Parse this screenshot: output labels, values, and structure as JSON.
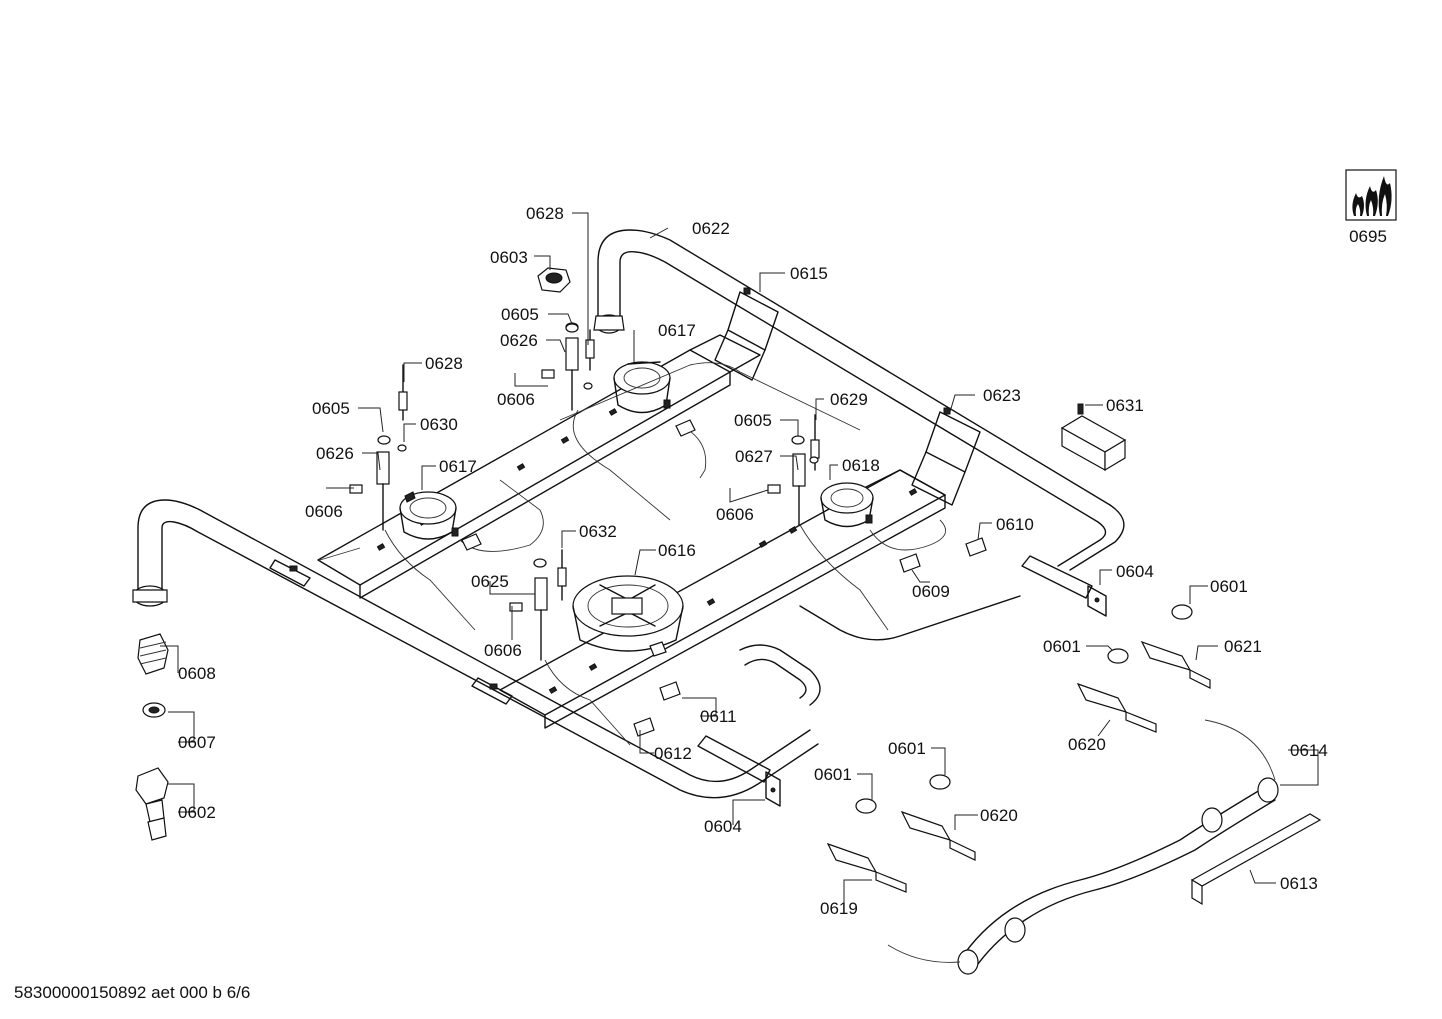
{
  "footer": {
    "document_code": "58300000150892 aet 000 b 6/6"
  },
  "gas_type_icon": {
    "icon": "flame-icon",
    "label": "0695"
  },
  "part_labels": [
    "0628",
    "0622",
    "0603",
    "0615",
    "0605",
    "0617",
    "0626",
    "0628",
    "0606",
    "0623",
    "0605",
    "0629",
    "0631",
    "0630",
    "0605",
    "0626",
    "0617",
    "0627",
    "0618",
    "0606",
    "0606",
    "0610",
    "0632",
    "0616",
    "0625",
    "0609",
    "0604",
    "0601",
    "0606",
    "0601",
    "0621",
    "0608",
    "0620",
    "0611",
    "0607",
    "0612",
    "0601",
    "0614",
    "0601",
    "0620",
    "0602",
    "0604",
    "0613",
    "0619"
  ]
}
